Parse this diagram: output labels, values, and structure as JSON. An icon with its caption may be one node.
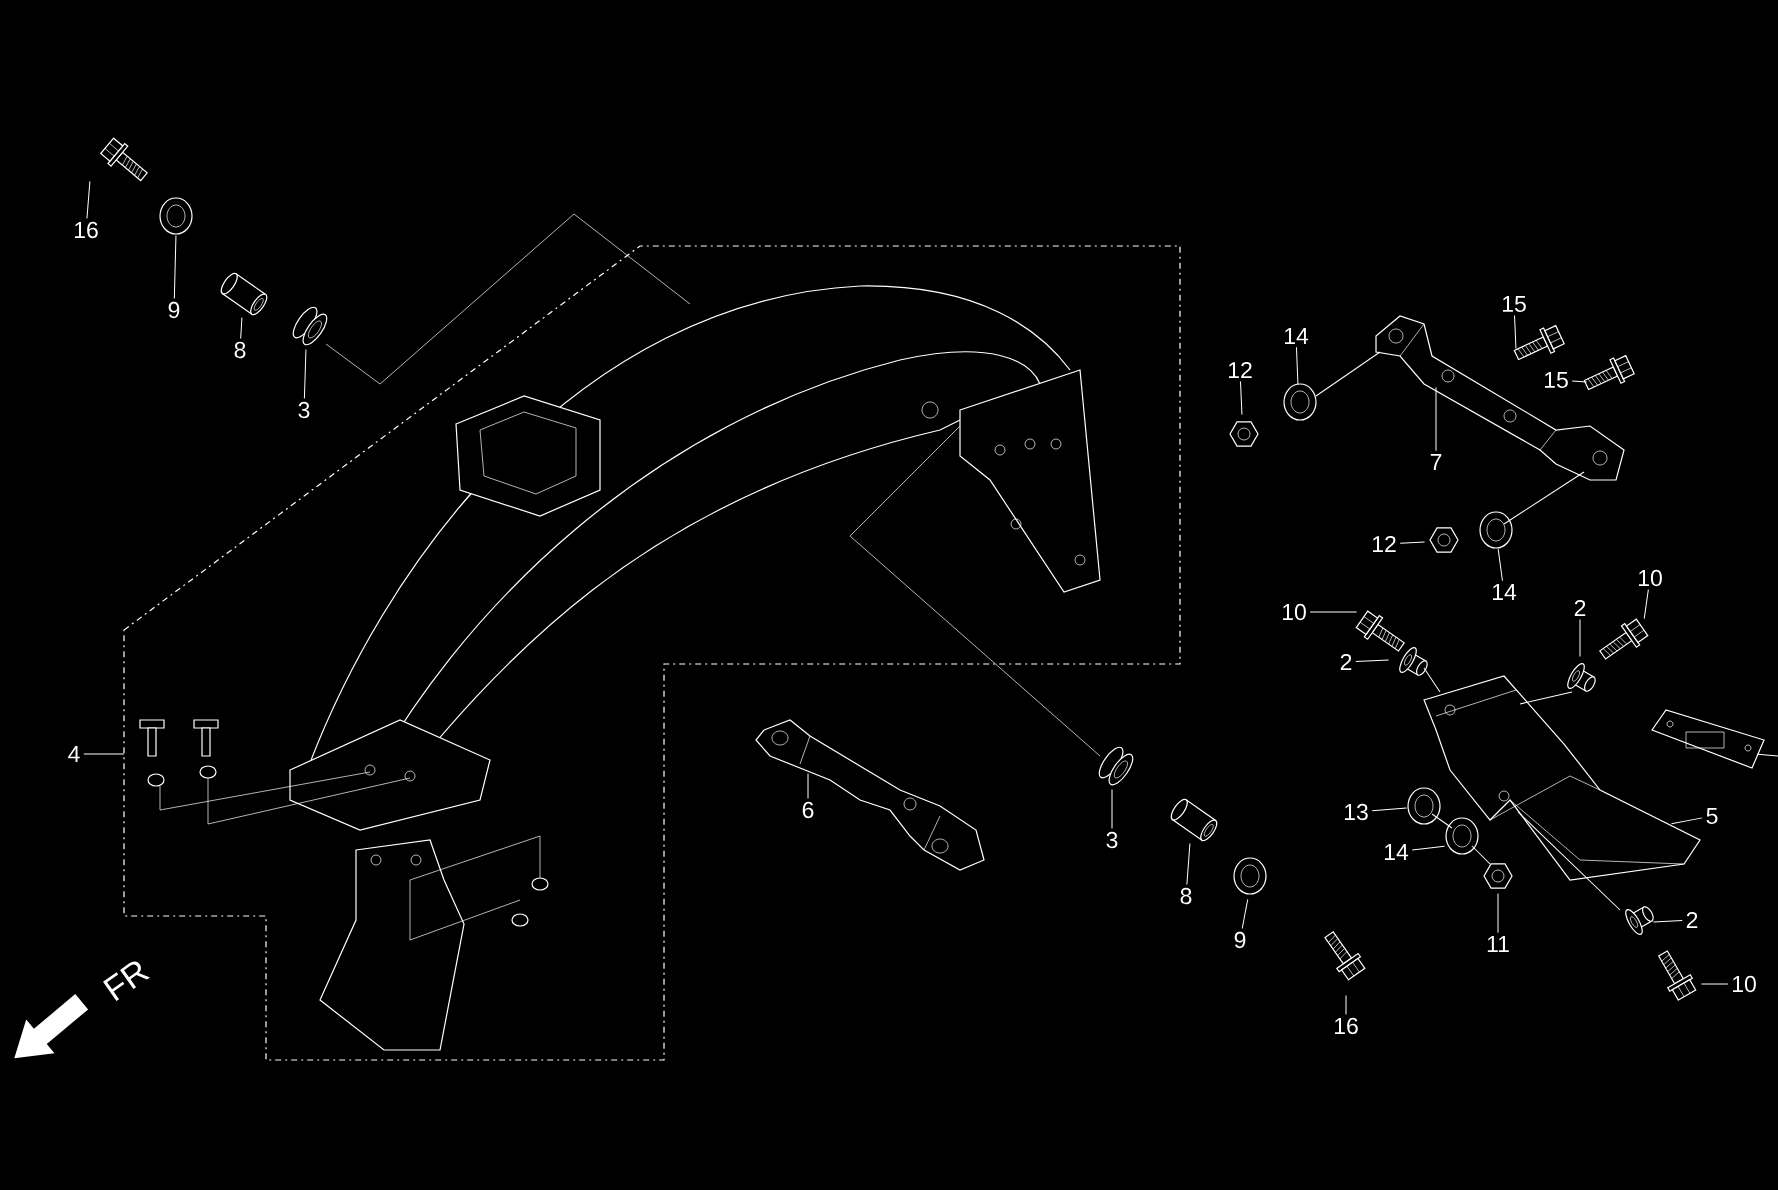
{
  "diagram": {
    "nodes": [
      {
        "text": [
          "16"
        ]
      },
      {
        "text": [],
        "shape": "picture"
      },
      {
        "text": [
          "9"
        ]
      },
      {
        "text": [],
        "shape": "picture"
      },
      {
        "text": [
          "8"
        ]
      },
      {
        "text": [],
        "shape": "picture"
      },
      {
        "text": [
          "3"
        ]
      },
      {
        "text": [],
        "shape": "picture"
      },
      {
        "text": [
          "4"
        ]
      },
      {
        "text": [
          "14"
        ]
      },
      {
        "text": [],
        "shape": "picture"
      },
      {
        "text": [
          "12"
        ]
      },
      {
        "text": [],
        "shape": "picture"
      },
      {
        "text": [
          "15"
        ]
      },
      {
        "text": [],
        "shape": "picture"
      },
      {
        "text": [
          "15"
        ]
      },
      {
        "text": [],
        "shape": "picture"
      },
      {
        "text": [
          "7"
        ]
      },
      {
        "text": [],
        "shape": "picture"
      },
      {
        "text": [
          "12"
        ]
      },
      {
        "text": [],
        "shape": "picture"
      },
      {
        "text": [
          "14"
        ]
      },
      {
        "text": [],
        "shape": "picture"
      },
      {
        "text": [
          "10"
        ]
      },
      {
        "text": [],
        "shape": "picture"
      },
      {
        "text": [
          "2"
        ]
      },
      {
        "text": [],
        "shape": "picture"
      },
      {
        "text": [
          "10"
        ]
      },
      {
        "text": [],
        "shape": "picture"
      },
      {
        "text": [
          "2"
        ]
      },
      {
        "text": [],
        "shape": "picture"
      },
      {
        "text": [
          "6"
        ]
      },
      {
        "text": [],
        "shape": "picture"
      },
      {
        "text": [
          "3"
        ]
      },
      {
        "text": [],
        "shape": "picture"
      },
      {
        "text": [
          "13"
        ]
      },
      {
        "text": [],
        "shape": "picture"
      },
      {
        "text": [
          "5"
        ]
      },
      {
        "text": [],
        "shape": "picture"
      },
      {
        "text": [
          "8"
        ]
      },
      {
        "text": [],
        "shape": "picture"
      },
      {
        "text": [
          "14"
        ]
      },
      {
        "text": [],
        "shape": "picture"
      },
      {
        "text": [
          "9"
        ]
      },
      {
        "text": [],
        "shape": "picture"
      },
      {
        "text": [
          "11"
        ]
      },
      {
        "text": [],
        "shape": "picture"
      },
      {
        "text": [
          "2"
        ]
      },
      {
        "text": [],
        "shape": "picture"
      },
      {
        "text": [
          "16"
        ]
      },
      {
        "text": [],
        "shape": "picture"
      },
      {
        "text": [
          "10"
        ]
      },
      {
        "text": [],
        "shape": "picture"
      },
      {
        "text": [],
        "shape": "picture"
      }
    ],
    "edges": [
      {
        "from": 0,
        "to": 1,
        "arrow": "none"
      },
      {
        "from": 2,
        "to": 3,
        "arrow": "none"
      },
      {
        "from": 4,
        "to": 5,
        "arrow": "none"
      },
      {
        "from": 6,
        "to": 7,
        "arrow": "none"
      },
      {
        "from": 8,
        "to": null,
        "arrow": "none"
      },
      {
        "from": 9,
        "to": 10,
        "arrow": "none"
      },
      {
        "from": 11,
        "to": 12,
        "arrow": "none"
      },
      {
        "from": 13,
        "to": 14,
        "arrow": "none"
      },
      {
        "from": 15,
        "to": 16,
        "arrow": "none"
      },
      {
        "from": 17,
        "to": 18,
        "arrow": "none"
      },
      {
        "from": 19,
        "to": 20,
        "arrow": "none"
      },
      {
        "from": 21,
        "to": 22,
        "arrow": "none"
      },
      {
        "from": 23,
        "to": 24,
        "arrow": "none"
      },
      {
        "from": 25,
        "to": 26,
        "arrow": "none"
      },
      {
        "from": 27,
        "to": 28,
        "arrow": "none"
      },
      {
        "from": 29,
        "to": 30,
        "arrow": "none"
      },
      {
        "from": 31,
        "to": 32,
        "arrow": "none"
      },
      {
        "from": 33,
        "to": 34,
        "arrow": "none"
      },
      {
        "from": 35,
        "to": 36,
        "arrow": "none"
      },
      {
        "from": 37,
        "to": 38,
        "arrow": "none"
      },
      {
        "from": 39,
        "to": 40,
        "arrow": "none"
      },
      {
        "from": 41,
        "to": 42,
        "arrow": "none"
      },
      {
        "from": 43,
        "to": 44,
        "arrow": "none"
      },
      {
        "from": 45,
        "to": 46,
        "arrow": "none"
      },
      {
        "from": 47,
        "to": 48,
        "arrow": "none"
      },
      {
        "from": 49,
        "to": 50,
        "arrow": "none"
      },
      {
        "from": 51,
        "to": 52,
        "arrow": "none"
      },
      {
        "from": 53,
        "to": null,
        "arrow": "none"
      },
      {
        "from": 10,
        "to": 18,
        "arrow": "none"
      },
      {
        "from": 22,
        "to": 18,
        "arrow": "none"
      },
      {
        "from": 30,
        "to": 38,
        "arrow": "none"
      },
      {
        "from": 26,
        "to": 38,
        "arrow": "none"
      },
      {
        "from": 36,
        "to": 42,
        "arrow": "none"
      },
      {
        "from": 42,
        "to": 46,
        "arrow": "none"
      },
      {
        "from": 48,
        "to": 38,
        "arrow": "none"
      }
    ],
    "labels": [
      "FR"
    ]
  }
}
